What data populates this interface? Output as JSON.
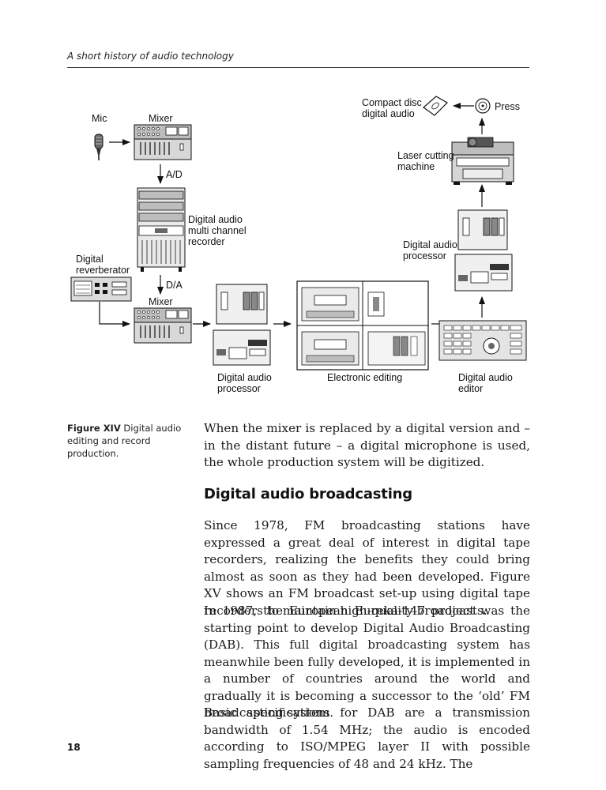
{
  "header": {
    "running_title": "A short history of audio technology"
  },
  "figure": {
    "labels": {
      "mic": "Mic",
      "mixer_top": "Mixer",
      "ad": "A/D",
      "recorder_1": "Digital audio",
      "recorder_2": "multi channel",
      "recorder_3": "recorder",
      "reverb_1": "Digital",
      "reverb_2": "reverberator",
      "da": "D/A",
      "mixer_bottom": "Mixer",
      "proc_left_1": "Digital audio",
      "proc_left_2": "processor",
      "editing": "Electronic editing",
      "editor_1": "Digital audio",
      "editor_2": "editor",
      "proc_right_1": "Digital audio",
      "proc_right_2": "processor",
      "laser_1": "Laser cutting",
      "laser_2": "machine",
      "cd_1": "Compact disc",
      "cd_2": "digital audio",
      "press": "Press"
    }
  },
  "caption": {
    "label": "Figure XIV",
    "text": " Digital audio editing and record production."
  },
  "paragraphs": [
    "When the mixer is replaced by a digital version and – in the distant future – a digital microphone is used, the whole production system will be digitized.",
    "Since 1978, FM broadcasting stations have expressed a great deal of interest in digital tape recorders, realizing the benefits they could bring almost as soon as they had been developed. Figure XV shows an FM broadcast set-up using digital tape recorders to maintain high-quality broadcasts.",
    "In 1987, the European Eureka-147 project was the starting point to develop Digital Audio Broadcasting (DAB). This full digital broadcasting system has meanwhile been fully developed, it is implemented in a number of countries around the world and gradually it is becoming a successor to the ‘old’ FM broadcasting system.",
    "Basic specifications for DAB are a transmission bandwidth of 1.54 MHz; the audio is encoded according to ISO/MPEG layer II with possible sampling frequencies of 48 and 24 kHz. The"
  ],
  "section": {
    "heading": "Digital audio broadcasting"
  },
  "footer": {
    "page_number": "18"
  }
}
